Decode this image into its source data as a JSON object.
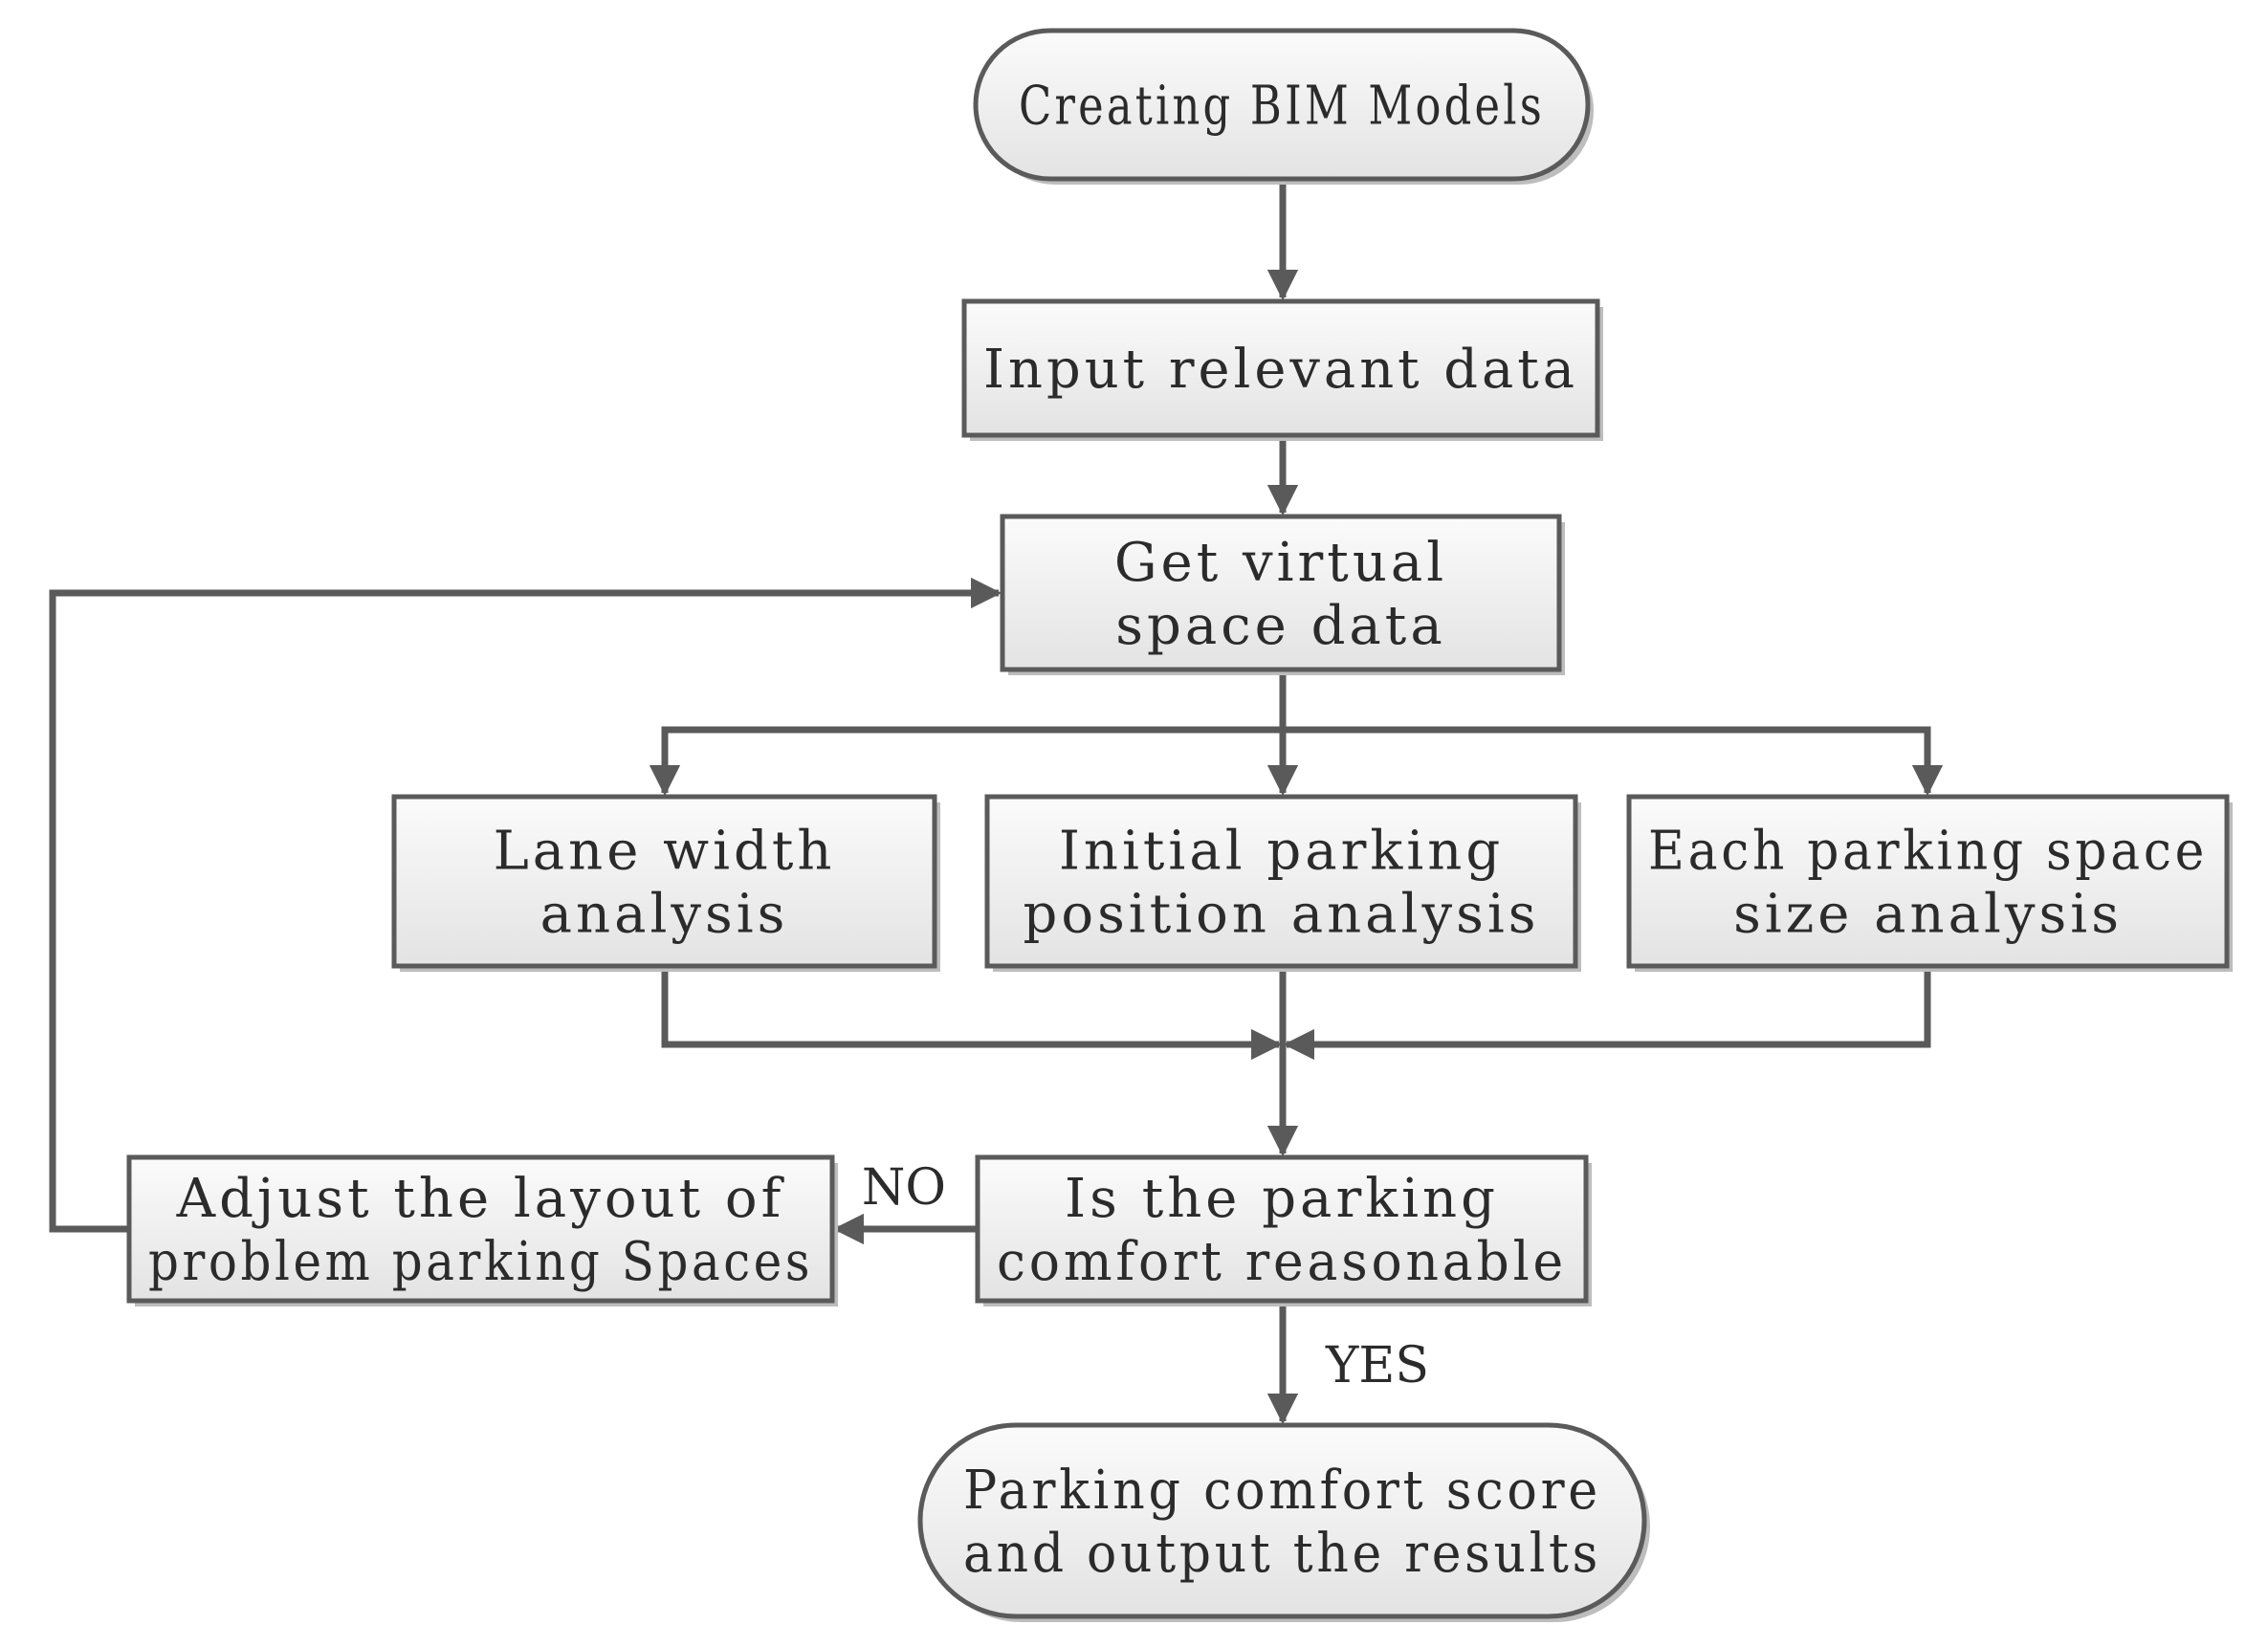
{
  "diagram": {
    "nodes": {
      "start": {
        "shape": "terminal",
        "lines": [
          "Creating BIM Models"
        ]
      },
      "input": {
        "shape": "process-bold",
        "lines": [
          "Input relevant data"
        ]
      },
      "virtual": {
        "shape": "process",
        "lines": [
          "Get virtual",
          "space data"
        ]
      },
      "lane": {
        "shape": "process",
        "lines": [
          "Lane width",
          "analysis"
        ]
      },
      "initial": {
        "shape": "process",
        "lines": [
          "Initial parking",
          "position analysis"
        ]
      },
      "size": {
        "shape": "process",
        "lines": [
          "Each parking space",
          "size analysis"
        ]
      },
      "decision": {
        "shape": "process",
        "lines": [
          "Is the parking",
          "comfort reasonable"
        ]
      },
      "adjust": {
        "shape": "process",
        "lines": [
          "Adjust the layout of",
          "problem parking Spaces"
        ]
      },
      "end": {
        "shape": "terminal",
        "lines": [
          "Parking comfort score",
          "and output the results"
        ]
      }
    },
    "edges": [
      {
        "from": "start",
        "to": "input"
      },
      {
        "from": "input",
        "to": "virtual"
      },
      {
        "from": "virtual",
        "to": "lane"
      },
      {
        "from": "virtual",
        "to": "initial"
      },
      {
        "from": "virtual",
        "to": "size"
      },
      {
        "from": "lane",
        "to": "decision"
      },
      {
        "from": "initial",
        "to": "decision"
      },
      {
        "from": "size",
        "to": "decision"
      },
      {
        "from": "decision",
        "to": "adjust",
        "label": "NO"
      },
      {
        "from": "decision",
        "to": "end",
        "label": "YES"
      },
      {
        "from": "adjust",
        "to": "virtual"
      }
    ],
    "colors": {
      "stroke": "#5a5a5a",
      "fill_top": "#fbfbfb",
      "fill_bottom": "#e3e3e3",
      "text": "#2b2b2b"
    }
  }
}
